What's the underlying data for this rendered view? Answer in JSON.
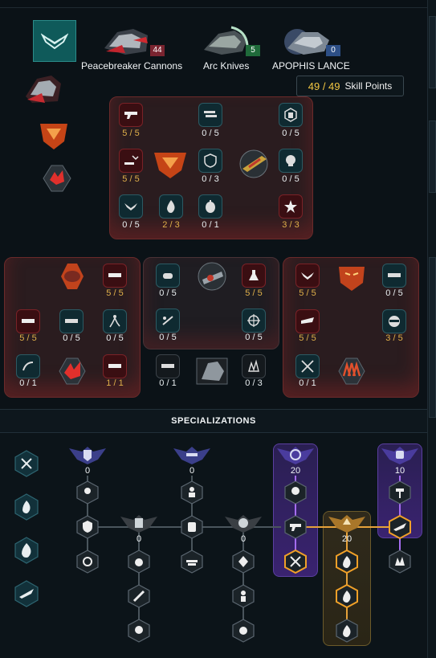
{
  "weapons": [
    {
      "name": "Peacebreaker Cannons",
      "count": "44",
      "color": "#7a2430"
    },
    {
      "name": "Arc Knives",
      "count": "5",
      "color": "#1f6a3a"
    },
    {
      "name": "APOPHIS LANCE",
      "count": "0",
      "color": "#2d4f86"
    }
  ],
  "skill_points": {
    "value": "49 / 49",
    "label": "Skill Points"
  },
  "tree": {
    "top": [
      "5 / 5",
      "0 / 5",
      "0 / 5",
      "5 / 5",
      "0 / 3",
      "0 / 5",
      "0 / 5",
      "2 / 3",
      "0 / 1",
      "3 / 3"
    ],
    "left": [
      "5 / 5",
      "5 / 5",
      "0 / 5",
      "0 / 5",
      "0 / 1",
      "1 / 1"
    ],
    "mid": [
      "0 / 5",
      "5 / 5",
      "0 / 5",
      "0 / 5",
      "0 / 1",
      "0 / 3"
    ],
    "right": [
      "5 / 5",
      "0 / 5",
      "5 / 5",
      "3 / 5",
      "0 / 1"
    ]
  },
  "specializations": {
    "title": "SPECIALIZATIONS",
    "counts": [
      "0",
      "0",
      "20",
      "10",
      "0",
      "0",
      "20"
    ]
  },
  "colors": {
    "accent_gold": "#f5c842",
    "purple": "#a56df0",
    "orange": "#e6a23a",
    "red_panel": "#6b2a2a"
  }
}
